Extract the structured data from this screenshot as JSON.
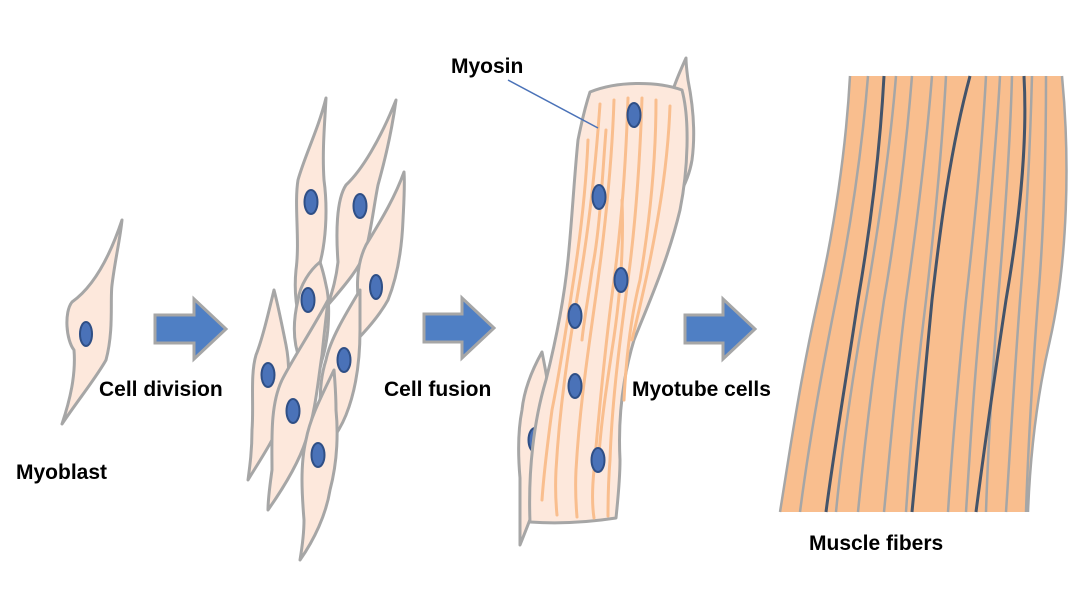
{
  "labels": {
    "myoblast": "Myoblast",
    "cell_division": "Cell division",
    "cell_fusion": "Cell fusion",
    "myotube_cells": "Myotube cells",
    "myosin": "Myosin",
    "muscle_fibers": "Muscle fibers"
  },
  "colors": {
    "cell_fill": "#fde8dc",
    "cell_outline": "#a6a6a6",
    "nucleus": "#4a72b8",
    "arrow": "#4f7fc4",
    "myosin_filament": "#f9be8e",
    "fiber_fill": "#f9be8e",
    "fiber_dark_line": "#44546a",
    "pointer_line": "#4a72b8"
  }
}
